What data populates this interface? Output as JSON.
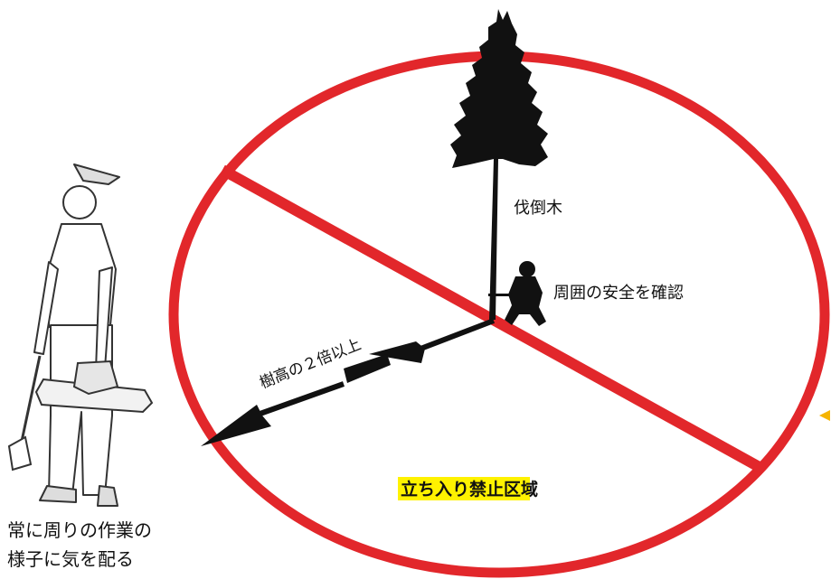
{
  "labels": {
    "felled_tree": "伐倒木",
    "check_surroundings": "周囲の安全を確認",
    "twice_tree_height": "樹高の２倍以上",
    "no_entry_zone": "立ち入り禁止区域",
    "observer_note_line1": "常に周りの作業の",
    "observer_note_line2": "様子に気を配る"
  },
  "colors": {
    "prohibition_red": "#e2272b",
    "highlight_yellow": "#fff200",
    "silhouette_black": "#111111",
    "indicator_yellow": "#f5b400"
  }
}
